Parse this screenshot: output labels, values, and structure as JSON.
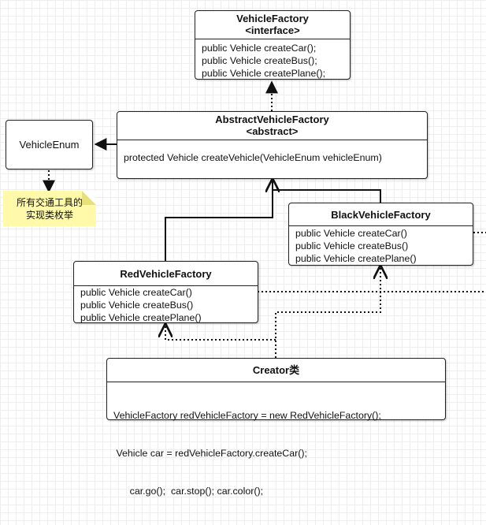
{
  "nodes": {
    "vehicle_factory": {
      "name": "VehicleFactory",
      "stereotype": "<interface>",
      "methods": [
        "public Vehicle createCar();",
        "public Vehicle createBus();",
        "public Vehicle createPlane();"
      ]
    },
    "abstract_factory": {
      "name": "AbstractVehicleFactory",
      "stereotype": "<abstract>",
      "methods": [
        "protected Vehicle createVehicle(VehicleEnum vehicleEnum)"
      ]
    },
    "vehicle_enum": {
      "name": "VehicleEnum"
    },
    "note": {
      "lines": [
        "所有交通工具的",
        "实现类枚举"
      ]
    },
    "black_factory": {
      "name": "BlackVehicleFactory",
      "methods": [
        "public Vehicle createCar()",
        "public Vehicle createBus()",
        "public Vehicle createPlane()"
      ]
    },
    "red_factory": {
      "name": "RedVehicleFactory",
      "methods": [
        "public Vehicle createCar()",
        "public Vehicle createBus()",
        "public Vehicle createPlane()"
      ]
    },
    "creator": {
      "name": "Creator类",
      "lines": [
        "VehicleFactory redVehicleFactory = new RedVehicleFactory();",
        " Vehicle car = redVehicleFactory.createCar();",
        "      car.go();  car.stop(); car.color();"
      ]
    }
  },
  "colors": {
    "line": "#111111",
    "note_bg": "#fffaaa",
    "grid": "#eeeeee"
  }
}
